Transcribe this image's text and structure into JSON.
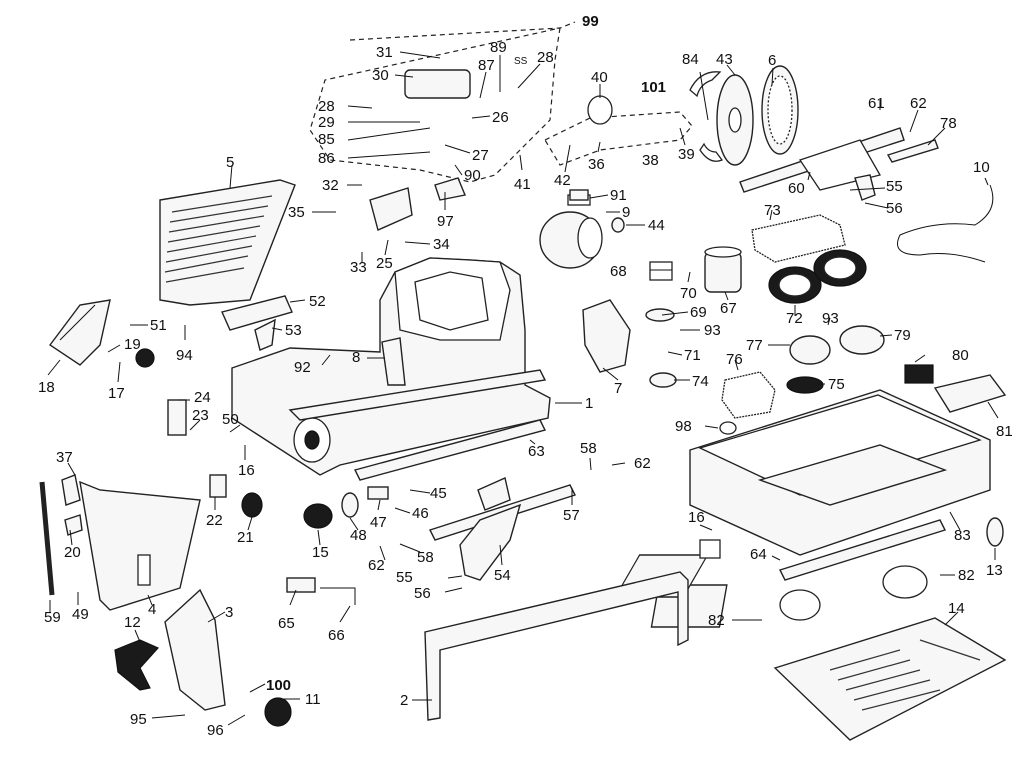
{
  "labels": {
    "l1": "1",
    "l2": "2",
    "l3": "3",
    "l4": "4",
    "l5": "5",
    "l6": "6",
    "l7": "7",
    "l8": "8",
    "l9": "9",
    "l10": "10",
    "l11": "11",
    "l12": "12",
    "l13": "13",
    "l14": "14",
    "l15": "15",
    "l16a": "16",
    "l16b": "16",
    "l17": "17",
    "l18": "18",
    "l19": "19",
    "l20": "20",
    "l21": "21",
    "l22": "22",
    "l23": "23",
    "l24": "24",
    "l25": "25",
    "l26": "26",
    "l27": "27",
    "l28a": "28",
    "l28b": "28",
    "l29": "29",
    "l30": "30",
    "l31": "31",
    "l32": "32",
    "l33": "33",
    "l34": "34",
    "l35": "35",
    "l36": "36",
    "l37": "37",
    "l38": "38",
    "l39": "39",
    "l40": "40",
    "l41": "41",
    "l42": "42",
    "l43": "43",
    "l44": "44",
    "l45": "45",
    "l46": "46",
    "l47": "47",
    "l48": "48",
    "l49": "49",
    "l50": "50",
    "l51": "51",
    "l52": "52",
    "l53": "53",
    "l54": "54",
    "l55a": "55",
    "l55b": "55",
    "l56a": "56",
    "l56b": "56",
    "l57": "57",
    "l58a": "58",
    "l58b": "58",
    "l59": "59",
    "l60": "60",
    "l61": "61",
    "l62a": "62",
    "l62b": "62",
    "l62c": "62",
    "l63": "63",
    "l64": "64",
    "l65": "65",
    "l66": "66",
    "l67": "67",
    "l68": "68",
    "l69": "69",
    "l70": "70",
    "l71": "71",
    "l72": "72",
    "l73": "73",
    "l74": "74",
    "l75": "75",
    "l76": "76",
    "l77": "77",
    "l78": "78",
    "l79": "79",
    "l80": "80",
    "l81": "81",
    "l82a": "82",
    "l82b": "82",
    "l83": "83",
    "l84": "84",
    "l85": "85",
    "l86": "86",
    "l87": "87",
    "l89": "89",
    "l90": "90",
    "l91": "91",
    "l92": "92",
    "l93a": "93",
    "l93b": "93",
    "l94": "94",
    "l95": "95",
    "l96": "96",
    "l97": "97",
    "l98": "98",
    "l99": "99",
    "l100": "100",
    "l101": "101",
    "lss": "SS"
  }
}
